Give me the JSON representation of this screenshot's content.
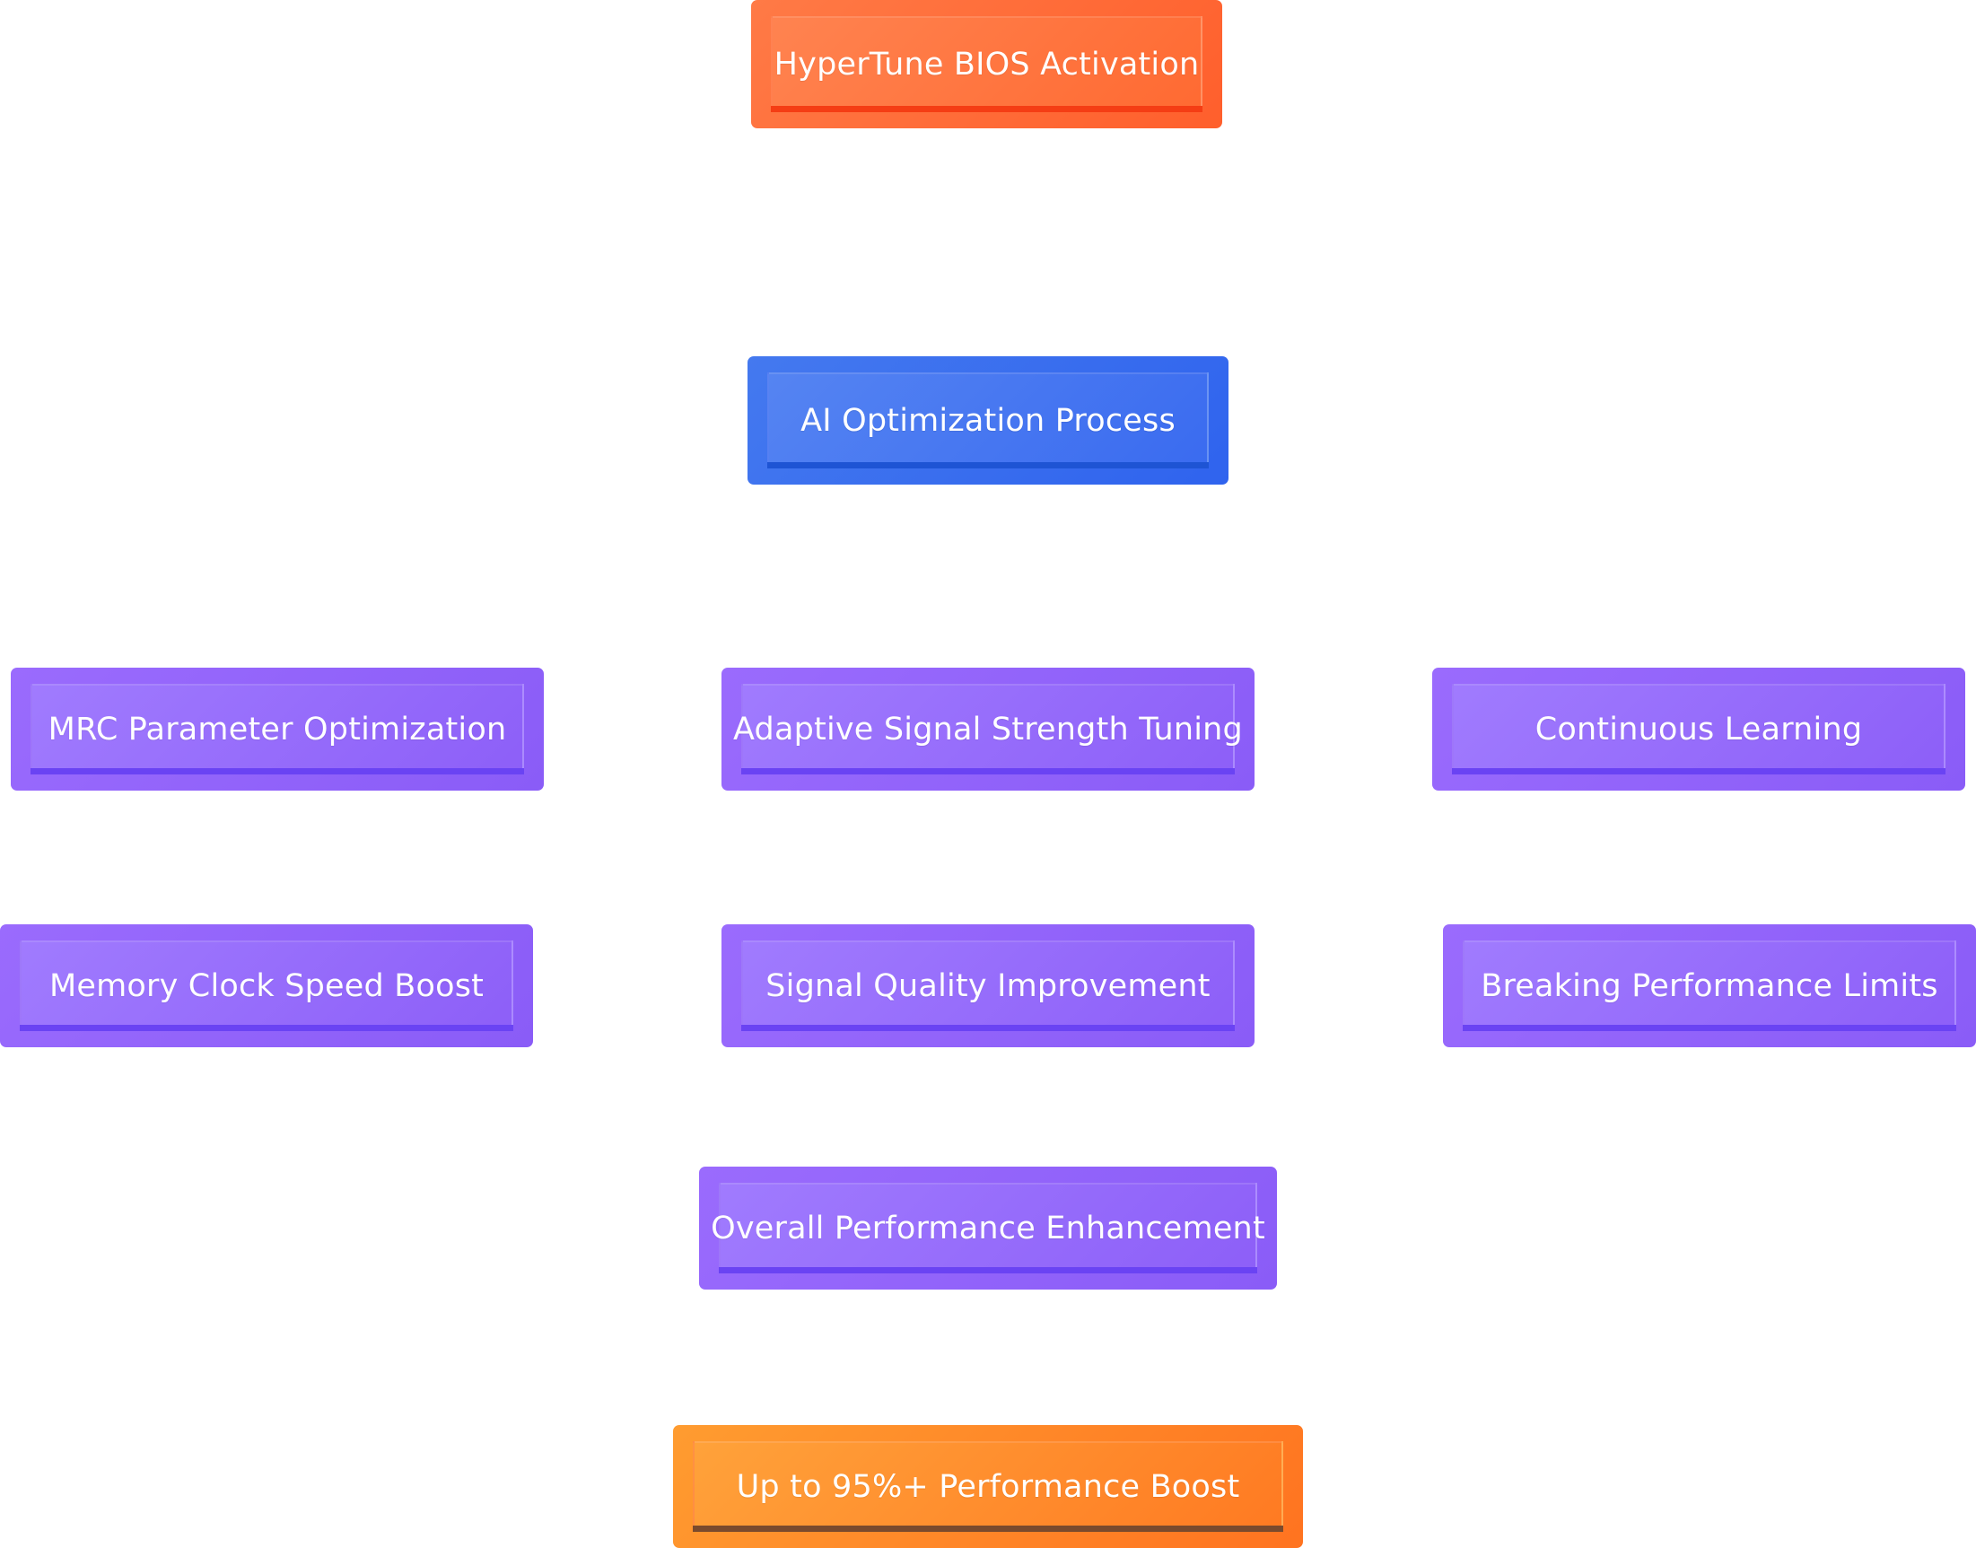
{
  "diagram": {
    "nodes": [
      {
        "id": "start",
        "label": "HyperTune BIOS Activation"
      },
      {
        "id": "ai",
        "label": "AI Optimization Process"
      },
      {
        "id": "mrc",
        "label": "MRC Parameter Optimization"
      },
      {
        "id": "signal",
        "label": "Adaptive Signal Strength Tuning"
      },
      {
        "id": "learning",
        "label": "Continuous Learning"
      },
      {
        "id": "memory",
        "label": "Memory Clock Speed Boost"
      },
      {
        "id": "quality",
        "label": "Signal Quality Improvement"
      },
      {
        "id": "limits",
        "label": "Breaking Performance Limits"
      },
      {
        "id": "overall",
        "label": "Overall Performance Enhancement"
      },
      {
        "id": "result",
        "label": "Up to 95%+ Performance Boost"
      }
    ]
  }
}
